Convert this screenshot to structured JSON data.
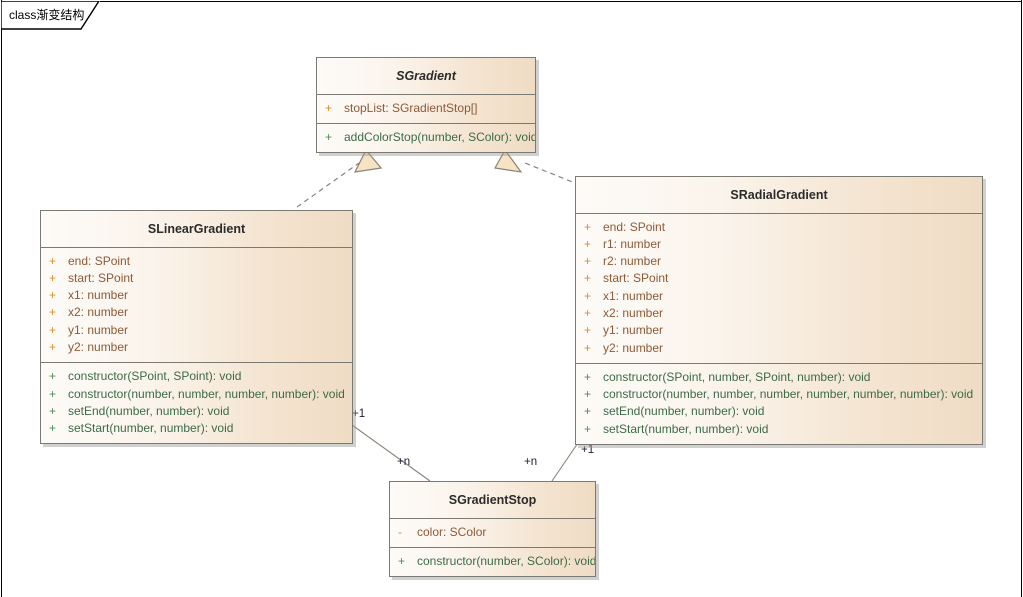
{
  "frame": {
    "tab_label": "class渐变结构"
  },
  "classes": [
    {
      "id": "sgradient",
      "name": "SGradient",
      "abstract": true,
      "attributes": [
        {
          "visibility": "+",
          "text": "stopList: SGradientStop[]"
        }
      ],
      "operations": [
        {
          "visibility": "+",
          "text": "addColorStop(number, SColor): void"
        }
      ]
    },
    {
      "id": "slineargradient",
      "name": "SLinearGradient",
      "abstract": false,
      "attributes": [
        {
          "visibility": "+",
          "text": "end: SPoint"
        },
        {
          "visibility": "+",
          "text": "start: SPoint"
        },
        {
          "visibility": "+",
          "text": "x1: number"
        },
        {
          "visibility": "+",
          "text": "x2: number"
        },
        {
          "visibility": "+",
          "text": "y1: number"
        },
        {
          "visibility": "+",
          "text": "y2: number"
        }
      ],
      "operations": [
        {
          "visibility": "+",
          "text": "constructor(SPoint, SPoint): void"
        },
        {
          "visibility": "+",
          "text": "constructor(number, number, number, number): void"
        },
        {
          "visibility": "+",
          "text": "setEnd(number, number): void"
        },
        {
          "visibility": "+",
          "text": "setStart(number, number): void"
        }
      ]
    },
    {
      "id": "sradialgradient",
      "name": "SRadialGradient",
      "abstract": false,
      "attributes": [
        {
          "visibility": "+",
          "text": "end: SPoint"
        },
        {
          "visibility": "+",
          "text": "r1: number"
        },
        {
          "visibility": "+",
          "text": "r2: number"
        },
        {
          "visibility": "+",
          "text": "start: SPoint"
        },
        {
          "visibility": "+",
          "text": "x1: number"
        },
        {
          "visibility": "+",
          "text": "x2: number"
        },
        {
          "visibility": "+",
          "text": "y1: number"
        },
        {
          "visibility": "+",
          "text": "y2: number"
        }
      ],
      "operations": [
        {
          "visibility": "+",
          "text": "constructor(SPoint, number, SPoint, number): void"
        },
        {
          "visibility": "+",
          "text": "constructor(number, number, number, number, number, number): void"
        },
        {
          "visibility": "+",
          "text": "setEnd(number, number): void"
        },
        {
          "visibility": "+",
          "text": "setStart(number, number): void"
        }
      ]
    },
    {
      "id": "sgradientstop",
      "name": "SGradientStop",
      "abstract": false,
      "attributes": [
        {
          "visibility": "-",
          "text": "color: SColor"
        }
      ],
      "operations": [
        {
          "visibility": "+",
          "text": "constructor(number, SColor): void"
        }
      ]
    }
  ],
  "relations": [
    {
      "id": "gen-linear",
      "kind": "realization",
      "from": "SLinearGradient",
      "to": "SGradient"
    },
    {
      "id": "gen-radial",
      "kind": "realization",
      "from": "SRadialGradient",
      "to": "SGradient"
    },
    {
      "id": "assoc-linear-stop",
      "kind": "association",
      "from": "SLinearGradient",
      "to": "SGradientStop",
      "source_label": "+1",
      "target_label": "+n"
    },
    {
      "id": "assoc-radial-stop",
      "kind": "association",
      "from": "SRadialGradient",
      "to": "SGradientStop",
      "source_label": "+1",
      "target_label": "+n"
    }
  ],
  "edge_labels": {
    "linear_one": "+1",
    "linear_many": "+n",
    "radial_many": "+n",
    "radial_one": "+1"
  },
  "colors": {
    "box_fill_light": "#fdfbf8",
    "box_fill_dark": "#efdcc5",
    "box_border": "#7a7a72",
    "attribute_text": "#8d5a37",
    "attribute_marker": "#d98e2b",
    "operation_text": "#3c6b48",
    "operation_marker": "#4e8a56",
    "title_text": "#2b2b2b",
    "edge_line": "#8a8279",
    "arrow_fill": "#f6e3c4",
    "label_text": "#1d1d3a"
  }
}
